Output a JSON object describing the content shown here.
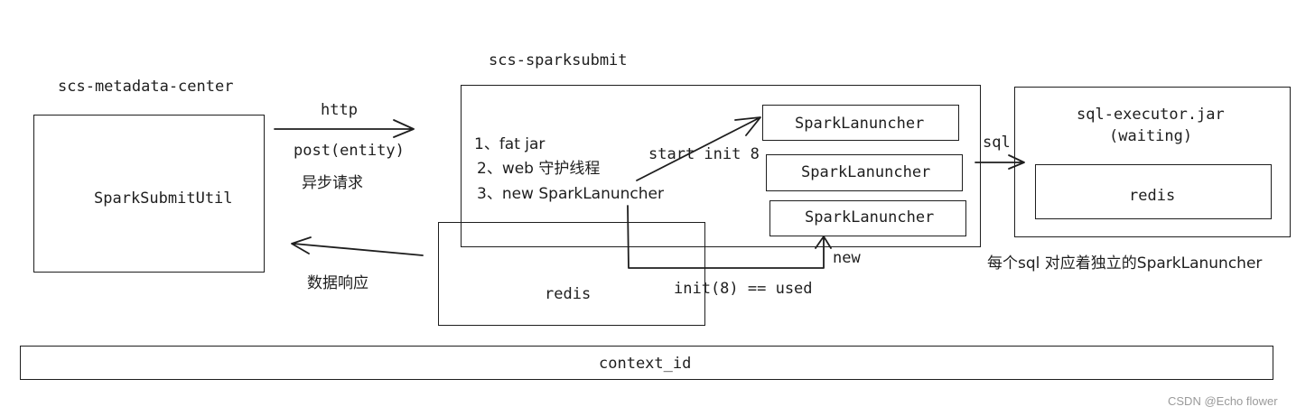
{
  "metadata_center": {
    "title": "scs-metadata-center",
    "inner": "SparkSubmitUtil"
  },
  "request": {
    "protocol": "http",
    "call": "post(entity)",
    "mode": "异步请求"
  },
  "response": {
    "label": "数据响应"
  },
  "sparksubmit": {
    "title": "scs-sparksubmit",
    "steps": [
      "1、fat jar",
      "2、web 守护线程",
      "3、new SparkLanuncher"
    ],
    "start_label": "start init 8",
    "launchers": [
      "SparkLanuncher",
      "SparkLanuncher",
      "SparkLanuncher"
    ],
    "new_label": "new",
    "init_label": "init(8) == used",
    "redis": "redis"
  },
  "executor": {
    "title": "sql-executor.jar",
    "status": "(waiting)",
    "redis": "redis",
    "edge_label": "sql"
  },
  "note": "每个sql 对应着独立的SparkLanuncher",
  "context_bar": "context_id",
  "watermark": "CSDN @Echo flower"
}
